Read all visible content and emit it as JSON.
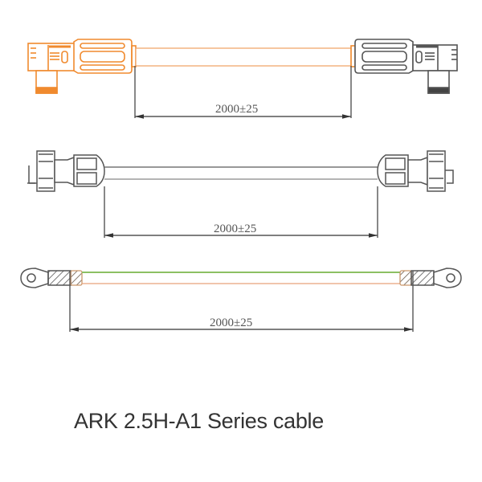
{
  "title": "ARK 2.5H-A1 Series cable",
  "colors": {
    "orange_connector": "#f08a2e",
    "black_connector": "#555555",
    "line_gray": "#666666",
    "ground_wire_green": "#8cc063",
    "wire_orange": "#e8a27a"
  },
  "cables": [
    {
      "name": "cable-1-right-angle-connectors",
      "left_connector": "orange right-angle connector",
      "right_connector": "black right-angle connector",
      "dimension": "2000±25",
      "dimension_value": "2000",
      "tolerance_symbol": "±",
      "tolerance_value": "25"
    },
    {
      "name": "cable-2-straight-connectors",
      "left_connector": "straight threaded connector",
      "right_connector": "straight threaded connector",
      "dimension": "2000±25",
      "dimension_value": "2000",
      "tolerance_symbol": "±",
      "tolerance_value": "25"
    },
    {
      "name": "cable-3-ring-terminals",
      "left_connector": "ring terminal",
      "right_connector": "ring terminal",
      "dimension": "2000±25",
      "dimension_value": "2000",
      "tolerance_symbol": "±",
      "tolerance_value": "25"
    }
  ]
}
